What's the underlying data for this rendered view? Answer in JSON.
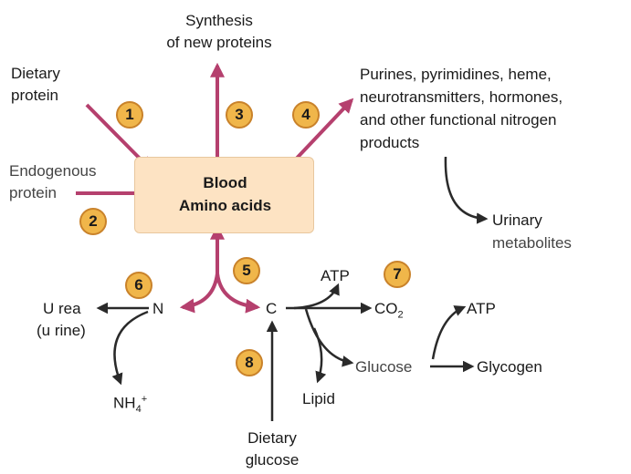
{
  "box": {
    "line1": "Blood",
    "line2": "Amino acids"
  },
  "labels": {
    "synthesis_1": "Synthesis",
    "synthesis_2": "of new proteins",
    "dietary_protein_1": "Dietary",
    "dietary_protein_2": "protein",
    "endogenous_1": "Endogenous",
    "endogenous_2": "protein",
    "purines_1": "Purines, pyrimidines, heme,",
    "purines_2": "neurotransmitters, hormones,",
    "purines_3": "and other functional nitrogen",
    "purines_4": "products",
    "urinary_1": "Urinary",
    "urinary_2": "metabolites",
    "urea_1": "U rea",
    "urea_2": "(u rine)",
    "n": "N",
    "c": "C",
    "nh4": "NH",
    "nh4_sub": "4",
    "nh4_sup": "+",
    "atp_top": "ATP",
    "co2": "CO",
    "co2_sub": "2",
    "atp_right": "ATP",
    "glucose": "Glucose",
    "glycogen": "Glycogen",
    "lipid": "Lipid",
    "dietary_glucose_1": "Dietary",
    "dietary_glucose_2": "glucose"
  },
  "badges": [
    "1",
    "2",
    "3",
    "4",
    "5",
    "6",
    "7",
    "8"
  ],
  "colors": {
    "pathway_arrow": "#b5406e",
    "black_arrow": "#2a2a2a",
    "badge_fill": "#f0b64a",
    "box_fill": "#fde3c3"
  }
}
